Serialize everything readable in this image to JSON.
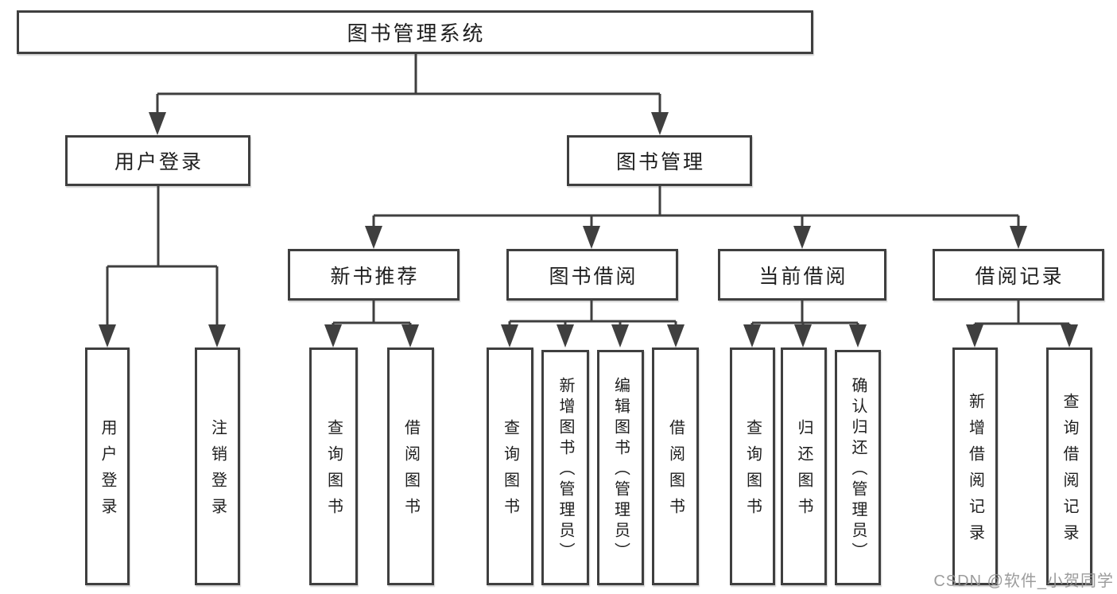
{
  "tree": {
    "root": {
      "label": "图书管理系统"
    },
    "branches": [
      {
        "label": "用户登录",
        "leaves": [
          {
            "label": "用户登录"
          },
          {
            "label": "注销登录"
          }
        ]
      },
      {
        "label": "图书管理",
        "children": [
          {
            "label": "新书推荐",
            "leaves": [
              {
                "label": "查询图书"
              },
              {
                "label": "借阅图书"
              }
            ]
          },
          {
            "label": "图书借阅",
            "leaves": [
              {
                "label": "查询图书"
              },
              {
                "label": "新增图书（管理员）"
              },
              {
                "label": "编辑图书（管理员）"
              },
              {
                "label": "借阅图书"
              }
            ]
          },
          {
            "label": "当前借阅",
            "leaves": [
              {
                "label": "查询图书"
              },
              {
                "label": "归还图书"
              },
              {
                "label": "确认归还（管理员）"
              }
            ]
          },
          {
            "label": "借阅记录",
            "leaves": [
              {
                "label": "新增借阅记录"
              },
              {
                "label": "查询借阅记录"
              }
            ]
          }
        ]
      }
    ]
  },
  "watermark": "CSDN @软件_小贺同学",
  "colors": {
    "line": "#3f3f3f",
    "box_border": "#3f3f3f",
    "text": "#1e1e1e",
    "box_background": "#ffffff",
    "page_background": "#ffffff",
    "watermark": "#949494"
  }
}
